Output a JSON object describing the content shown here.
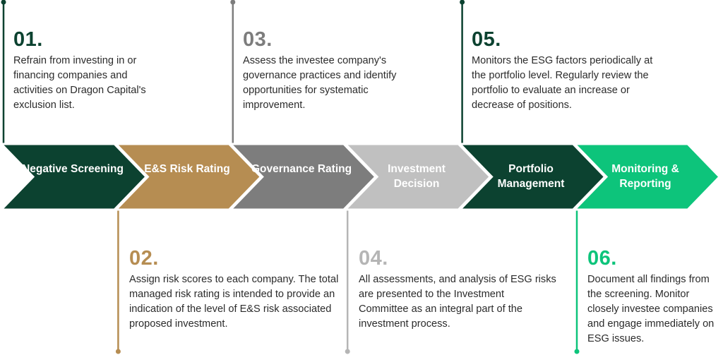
{
  "colors": {
    "dark_green": "#0c4230",
    "gold": "#b68d52",
    "gray": "#7d7d7d",
    "light_gray": "#c0c0c0",
    "bright_green": "#0dc47b",
    "text": "#2b2b2b"
  },
  "steps": [
    {
      "number": "01.",
      "label": "Negative Screening",
      "text": "Refrain from investing in or financing companies and activities on Dragon Capital's exclusion list.",
      "color": "#0c4230",
      "numcolor": "#0c4230",
      "position": "top"
    },
    {
      "number": "02.",
      "label": "E&S Risk Rating",
      "text": "Assign risk scores to each company. The total managed risk rating is intended to provide an indication of the level of E&S risk associated proposed investment.",
      "color": "#b68d52",
      "numcolor": "#b68d52",
      "position": "bottom"
    },
    {
      "number": "03.",
      "label": "Governance Rating",
      "text": "Assess the investee company's governance practices and identify opportunities for systematic improvement.",
      "color": "#7d7d7d",
      "numcolor": "#7d7d7d",
      "position": "top"
    },
    {
      "number": "04.",
      "label": "Investment Decision",
      "text": "All assessments, and analysis of ESG risks are presented to the Investment Committee as an integral part of the investment process.",
      "color": "#c0c0c0",
      "numcolor": "#b5b5b5",
      "position": "bottom"
    },
    {
      "number": "05.",
      "label": "Portfolio Management",
      "text": "Monitors the ESG factors periodically at the portfolio level. Regularly review the portfolio to evaluate an increase or decrease of positions.",
      "color": "#0c4230",
      "numcolor": "#0c4230",
      "position": "top"
    },
    {
      "number": "06.",
      "label": "Monitoring & Reporting",
      "text": "Document all findings from the screening. Monitor closely investee companies and engage immediately on ESG issues.",
      "color": "#0dc47b",
      "numcolor": "#0dc47b",
      "position": "bottom"
    }
  ]
}
